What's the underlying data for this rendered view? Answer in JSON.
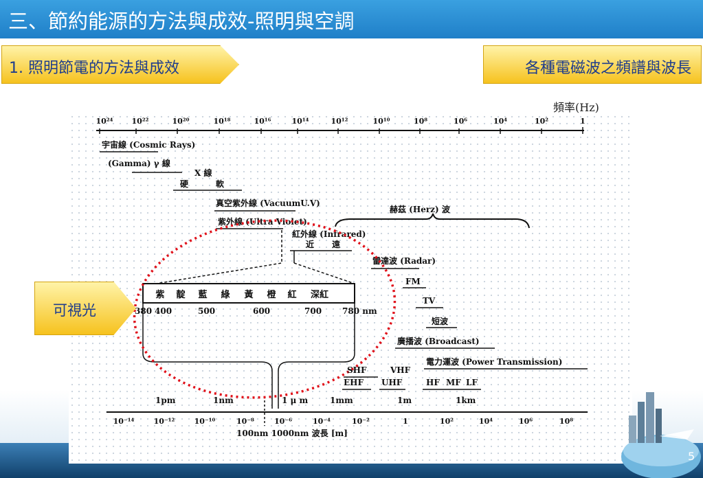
{
  "slide_title": "三、節約能源的方法與成效-照明與空調",
  "section_tag": "1. 照明節電的方法與成效",
  "diagram_title": "各種電磁波之頻譜與波長",
  "visible_light_tag": "可視光",
  "frequency_unit": "頻率(Hz)",
  "page_number": "5",
  "frequency_ticks": [
    "10²⁴",
    "10²²",
    "10²⁰",
    "10¹⁸",
    "10¹⁶",
    "10¹⁴",
    "10¹²",
    "10¹⁰",
    "10⁸",
    "10⁶",
    "10⁴",
    "10²",
    "1"
  ],
  "bands": {
    "cosmic": "宇宙線 (Cosmic Rays)",
    "gamma": "(Gamma) γ 線",
    "xray": "X 線",
    "hard": "硬",
    "soft": "軟",
    "vacuum_uv": "真空紫外線 (VacuumU.V)",
    "uv": "紫外線 (Ultra Violet)",
    "hertz": "赫茲 (Herz) 波",
    "infrared": "紅外線 (Infrared)",
    "near": "近",
    "far": "遠",
    "radar": "雷達波 (Radar)",
    "fm": "FM",
    "tv": "TV",
    "shortwave": "短波",
    "broadcast": "廣播波 (Broadcast)",
    "power": "電力運波 (Power Transmission)"
  },
  "visible_colors": [
    "紫",
    "靛",
    "藍",
    "綠",
    "黃",
    "橙",
    "紅",
    "深紅"
  ],
  "visible_nm_ticks": [
    "380",
    "400",
    "500",
    "600",
    "700",
    "780 nm"
  ],
  "radio_labels": [
    "SHF",
    "VHF",
    "EHF",
    "UHF",
    "HF",
    "MF",
    "LF"
  ],
  "length_labels": [
    "1pm",
    "1nm",
    "1 μ m",
    "1mm",
    "1m",
    "1km"
  ],
  "wavelength_ticks": [
    "10⁻¹⁴",
    "10⁻¹²",
    "10⁻¹⁰",
    "10⁻⁸",
    "10⁻⁶",
    "10⁻⁴",
    "10⁻²",
    "1",
    "10²",
    "10⁴",
    "10⁶",
    "10⁸"
  ],
  "wavelength_caption": "100nm 1000nm 波長 [m]"
}
